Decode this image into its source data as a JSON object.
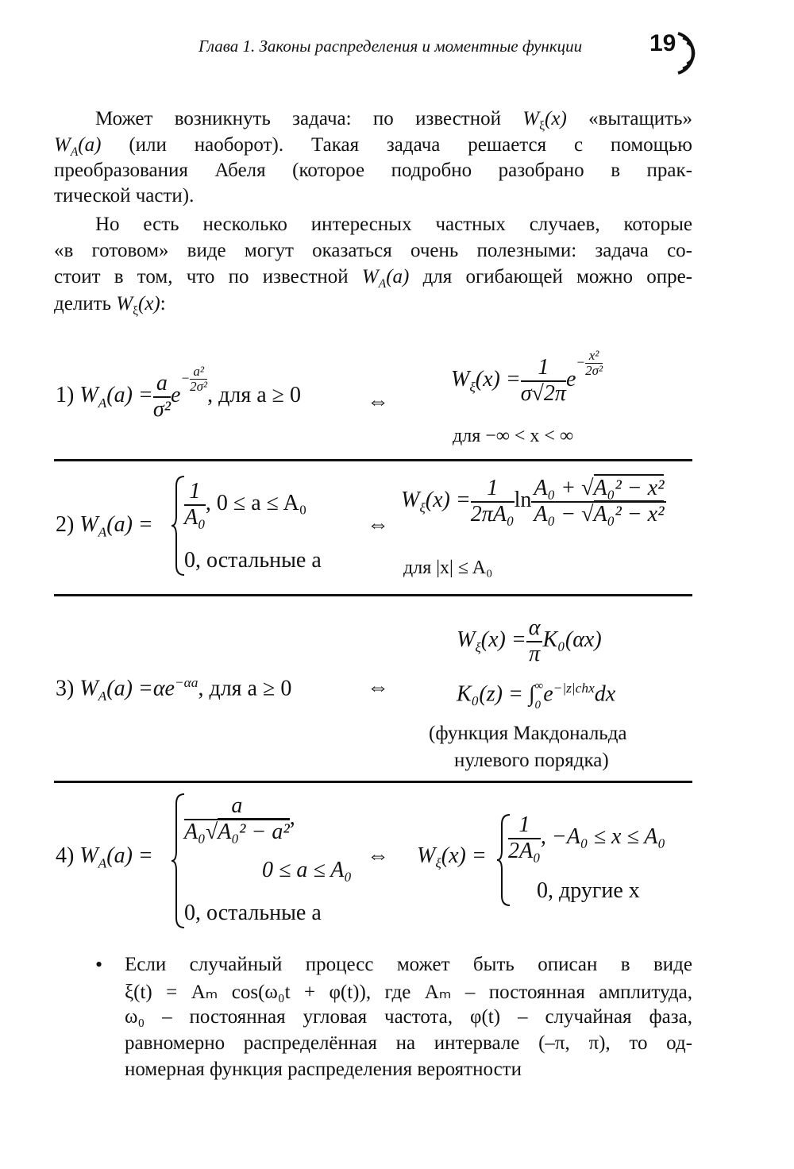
{
  "header": {
    "title": "Глава 1. Законы распределения и моментные функции",
    "page_number": "19"
  },
  "para1": {
    "l1a": "Может возникнуть задача: по известной ",
    "W": "W",
    "xi": "ξ",
    "x_arg": "(x)",
    "l1b": " «вытащить»",
    "A": "A",
    "a_arg": "(a)",
    "l2b": " (или наоборот). Такая задача решается с помощью",
    "l3": "преобразования Абеля (которое подробно разобрано в прак-",
    "l4": "тической части)."
  },
  "para2": {
    "l1": "Но есть несколько интересных частных случаев, которые",
    "l2": "«в готовом» виде могут оказаться очень полезными: задача со-",
    "l3a": "стоит в том, что по известной ",
    "l3b": " для огибающей можно опре-",
    "l4a": "делить ",
    "l4b": ":"
  },
  "f1": {
    "label": "1)",
    "W": "W",
    "sub_A": "A",
    "arg_a": "(a) =",
    "num": "a",
    "den": "σ²",
    "e": "e",
    "minus": "−",
    "exp_num": "a²",
    "exp_den": "2σ²",
    "cond": ", для a ≥ 0",
    "arrow": "⇔",
    "sub_xi": "ξ",
    "arg_x": "(x) =",
    "r_num": "1",
    "r_den": "σ√2π",
    "r_exp_num": "x²",
    "r_exp_den": "2σ²",
    "r_cond": "для −∞ < x < ∞"
  },
  "f2": {
    "label": "2)",
    "c1_num": "1",
    "c1_den": "A₀",
    "c1_cond": ", 0 ≤ a ≤ A₀",
    "c2": "0, остальные a",
    "arrow": "⇔",
    "r_num": "1",
    "r_den": "2πA₀",
    "ln": "ln",
    "ln_num_a": "A₀ + √",
    "ln_num_b": "A₀² − x²",
    "ln_den_a": "A₀ − √",
    "ln_den_b": "A₀² − x²",
    "r_cond": "для |x| ≤ A₀"
  },
  "f3": {
    "label": "3)",
    "rhs_lhs": "αe",
    "rhs_exp": "−αa",
    "cond": ", для a ≥ 0",
    "arrow": "⇔",
    "r1_num": "α",
    "r1_den": "π",
    "r1_tail": "K₀(αx)",
    "r2_a": "K₀(z) = ∫",
    "r2_lim_top": "∞",
    "r2_lim_bot": "0",
    "r2_e": "e",
    "r2_exp": "−|z|chx",
    "r2_dx": "dx",
    "note1": "(функция Макдональда",
    "note2": "нулевого порядка)"
  },
  "f4": {
    "label": "4)",
    "c1_num": "a",
    "c1_den_a": "A₀√",
    "c1_den_b": "A₀² − a²",
    "comma": ",",
    "c1_cond": "0 ≤ a ≤ A₀",
    "c2": "0, остальные a",
    "arrow": "⇔",
    "r_num": "1",
    "r_den": "2A₀",
    "r_cond": ", −A₀ ≤ x ≤ A₀",
    "r_c2": "0, другие x"
  },
  "bullet": {
    "mark": "•",
    "l1": "Если случайный процесс может быть описан в виде",
    "l2": "ξ(t) = Aₘ cos(ω₀t + φ(t)), где Aₘ – постоянная амплитуда,",
    "l3": "ω₀ – постоянная угловая частота, φ(t) – случайная фаза,",
    "l4": "равномерно распределённая на интервале (–π, π), то од-",
    "l5": "номерная функция распределения вероятности"
  }
}
